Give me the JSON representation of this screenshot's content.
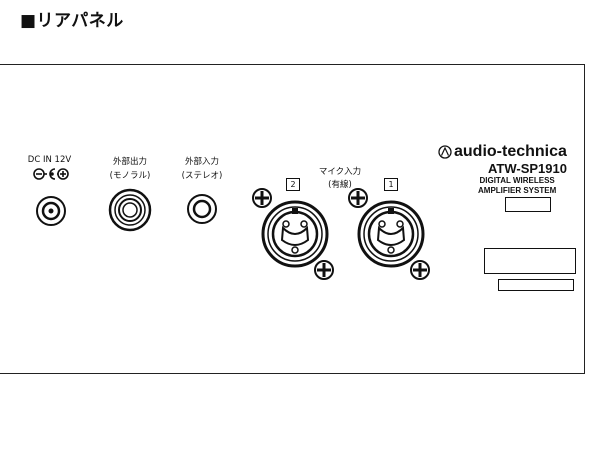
{
  "heading": "■リアパネル",
  "labels": {
    "dc_in": "DC IN 12V",
    "ext_out": "外部出力",
    "ext_out_sub": "(モノラル)",
    "ext_in": "外部入力",
    "ext_in_sub": "(ステレオ)",
    "mic_in": "マイク入力",
    "mic_in_sub": "(有線)",
    "mic2_num": "2",
    "mic1_num": "1"
  },
  "brand": {
    "name": "audio-technica",
    "model": "ATW-SP1910",
    "desc_line1": "DIGITAL WIRELESS",
    "desc_line2": "AMPLIFIER SYSTEM"
  },
  "icons": [
    "polarity-icon",
    "dc-jack-icon",
    "phone-jack-icon",
    "stereo-jack-icon",
    "xlr-combo-jack-icon",
    "screw-icon",
    "audio-technica-logo-icon"
  ]
}
